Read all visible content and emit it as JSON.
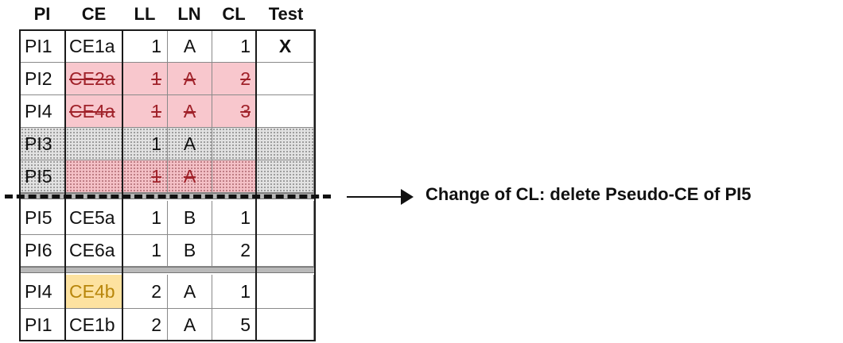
{
  "table": {
    "headers": [
      "PI",
      "CE",
      "LL",
      "LN",
      "CL",
      "Test"
    ],
    "rows": [
      {
        "pi": "PI1",
        "ce": "CE1a",
        "ll": "1",
        "ln": "A",
        "cl": "1",
        "test": "X"
      },
      {
        "pi": "PI2",
        "ce": "CE2a",
        "ll": "1",
        "ln": "A",
        "cl": "2",
        "test": ""
      },
      {
        "pi": "PI4",
        "ce": "CE4a",
        "ll": "1",
        "ln": "A",
        "cl": "3",
        "test": ""
      },
      {
        "pi": "PI3",
        "ce": "",
        "ll": "1",
        "ln": "A",
        "cl": "",
        "test": ""
      },
      {
        "pi": "PI5",
        "ce": "",
        "ll": "1",
        "ln": "A",
        "cl": "",
        "test": ""
      },
      {
        "pi": "PI5",
        "ce": "CE5a",
        "ll": "1",
        "ln": "B",
        "cl": "1",
        "test": ""
      },
      {
        "pi": "PI6",
        "ce": "CE6a",
        "ll": "1",
        "ln": "B",
        "cl": "2",
        "test": ""
      },
      {
        "pi": "PI4",
        "ce": "CE4b",
        "ll": "2",
        "ln": "A",
        "cl": "1",
        "test": ""
      },
      {
        "pi": "PI1",
        "ce": "CE1b",
        "ll": "2",
        "ln": "A",
        "cl": "5",
        "test": ""
      }
    ]
  },
  "annotation": {
    "text": "Change of CL: delete Pseudo-CE of PI5"
  },
  "colors": {
    "deleted_fill": "#f8c7cd",
    "deleted_text": "#a0222a",
    "pseudo_fill": "#e2e2e2",
    "highlight_fill": "#fde2a0",
    "highlight_text": "#b8860b"
  }
}
